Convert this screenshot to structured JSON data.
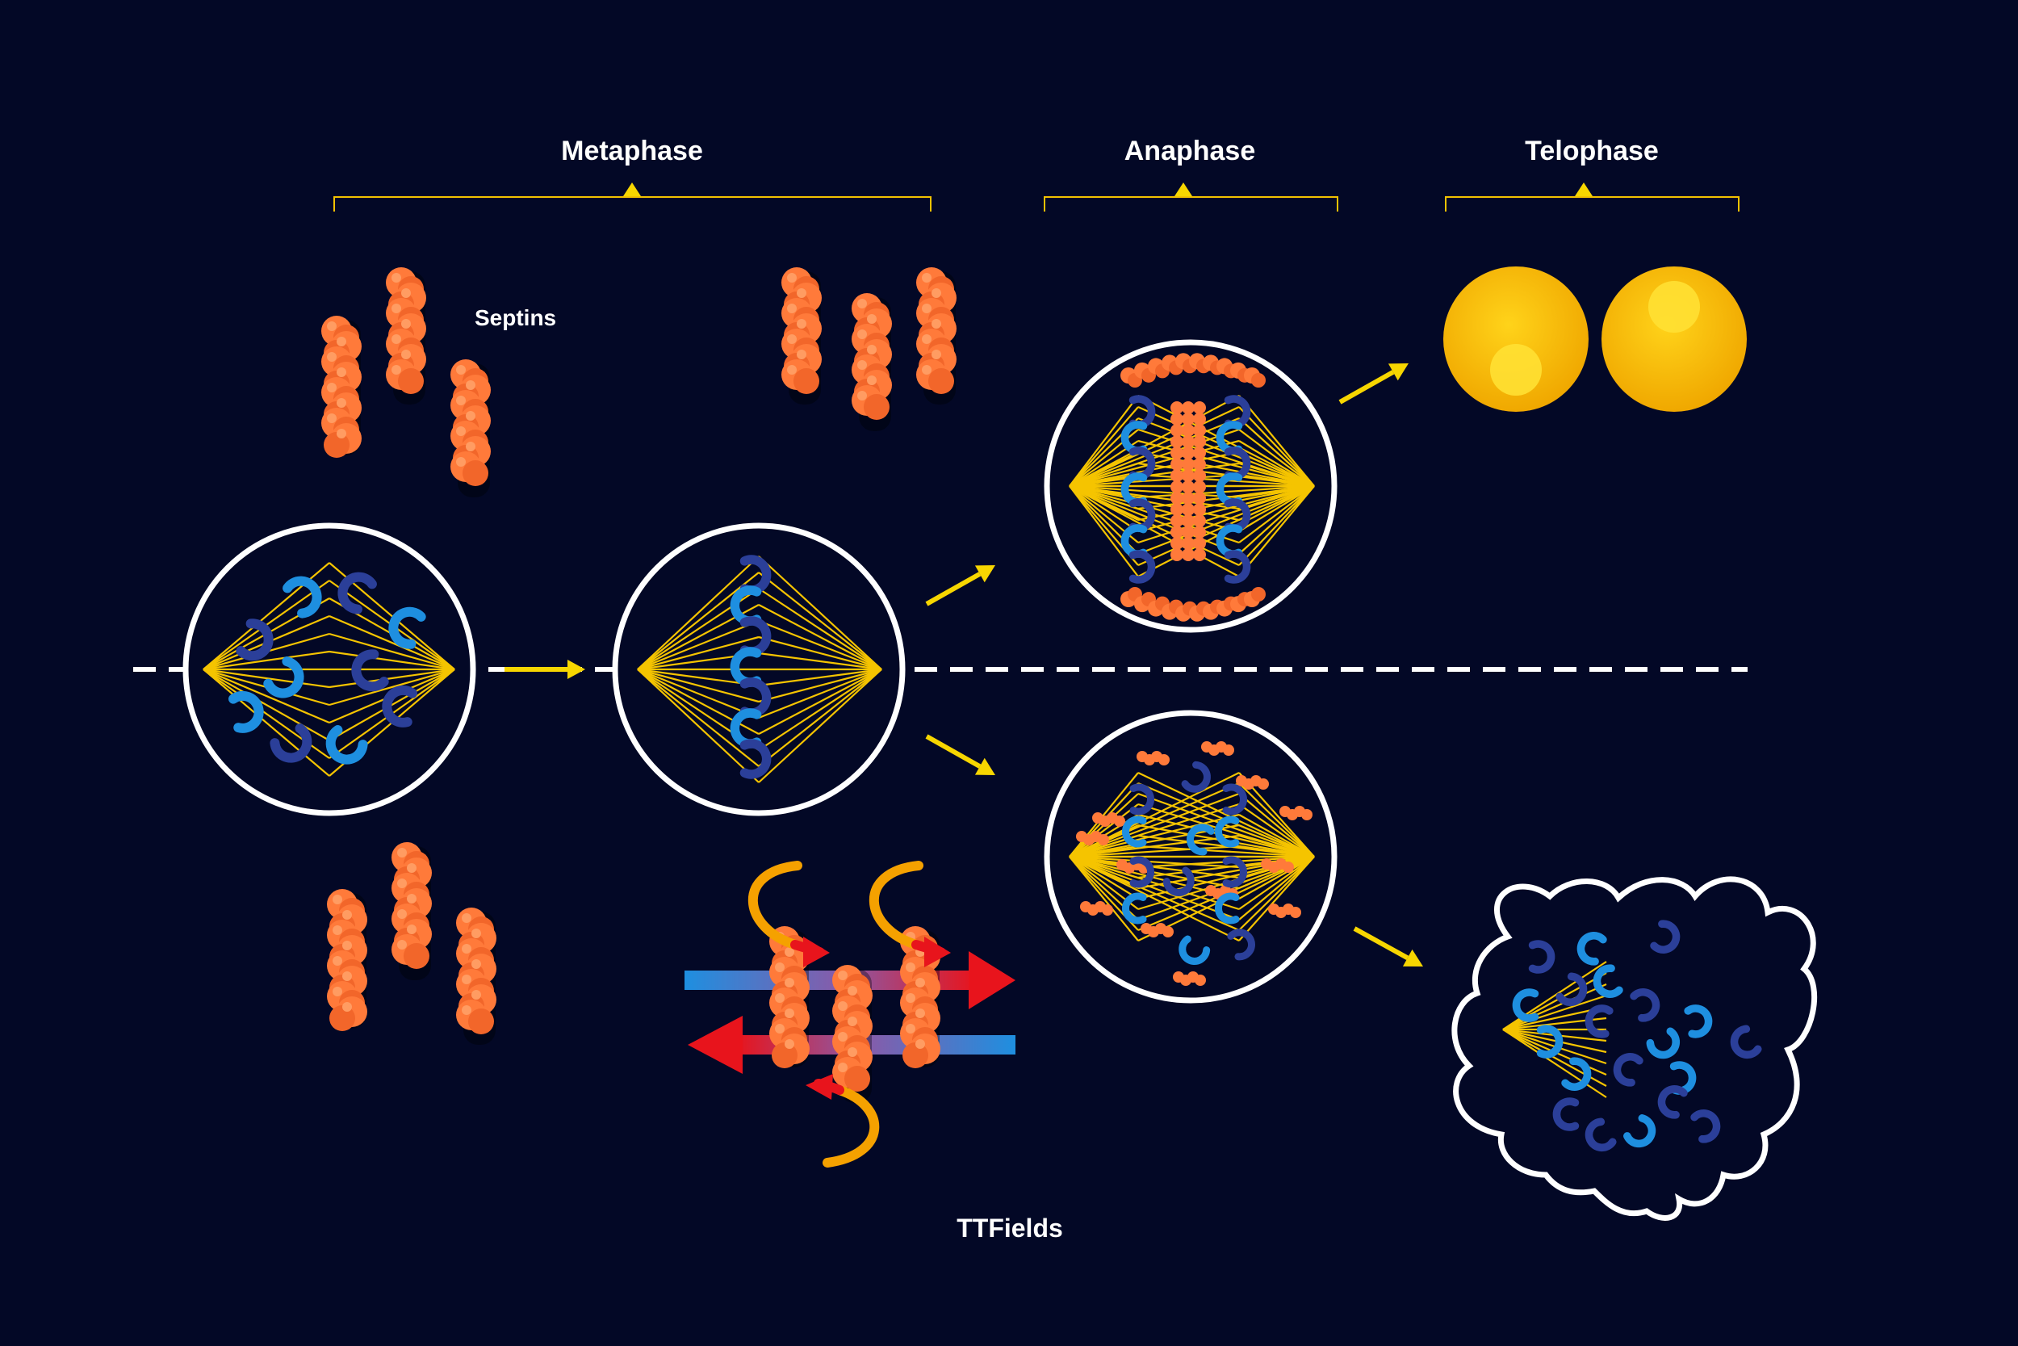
{
  "labels": {
    "metaphase": "Metaphase",
    "anaphase": "Anaphase",
    "telophase": "Telophase",
    "septins": "Septins",
    "ttfields": "TTFields"
  },
  "colors": {
    "background": "#030826",
    "septin": "#ff7a3a",
    "septin_shade": "#e85a1c",
    "spindle": "#f5c400",
    "arrow": "#f7d600",
    "bracket": "#f2c200",
    "chromosome_light": "#1e8fe0",
    "chromosome_dark": "#2b3f99",
    "cell_outline": "#ffffff",
    "daughter_cell": "#f7b900",
    "field_red": "#e8141c",
    "field_blue": "#1e8fe0",
    "field_orange": "#f5a100"
  }
}
